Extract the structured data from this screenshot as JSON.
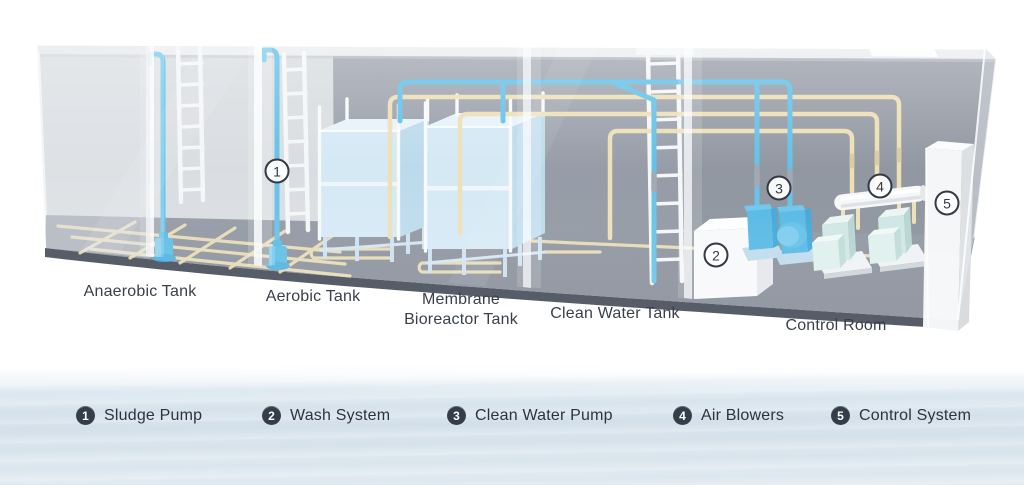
{
  "sections": [
    {
      "id": "anaerobic-tank",
      "label": "Anaerobic Tank"
    },
    {
      "id": "aerobic-tank",
      "label": "Aerobic Tank"
    },
    {
      "id": "membrane-bioreactor-tank",
      "label": "Membrane Bioreactor Tank",
      "label_line1": "Membrane",
      "label_line2": "Bioreactor Tank"
    },
    {
      "id": "clean-water-tank",
      "label": "Clean Water Tank"
    },
    {
      "id": "control-room",
      "label": "Control Room"
    }
  ],
  "callouts": [
    {
      "number": "1",
      "label": "Sludge Pump"
    },
    {
      "number": "2",
      "label": "Wash System"
    },
    {
      "number": "3",
      "label": "Clean Water Pump"
    },
    {
      "number": "4",
      "label": "Air Blowers"
    },
    {
      "number": "5",
      "label": "Control System"
    }
  ],
  "colors": {
    "pipe_blue": "#55bde8",
    "pipe_beige": "#ecdcae",
    "tank_blue_front": "#d1e7f4",
    "tank_blue_side": "#b7d7ea",
    "wall_gray": "#8f96a1",
    "floor_gray": "#7d8591",
    "machine_mint": "#cde6e2",
    "equipment_white": "#f5f6f8",
    "legend_badge": "#333e4a",
    "label_text": "#3a4049",
    "water_background": "#dbe6ee"
  }
}
